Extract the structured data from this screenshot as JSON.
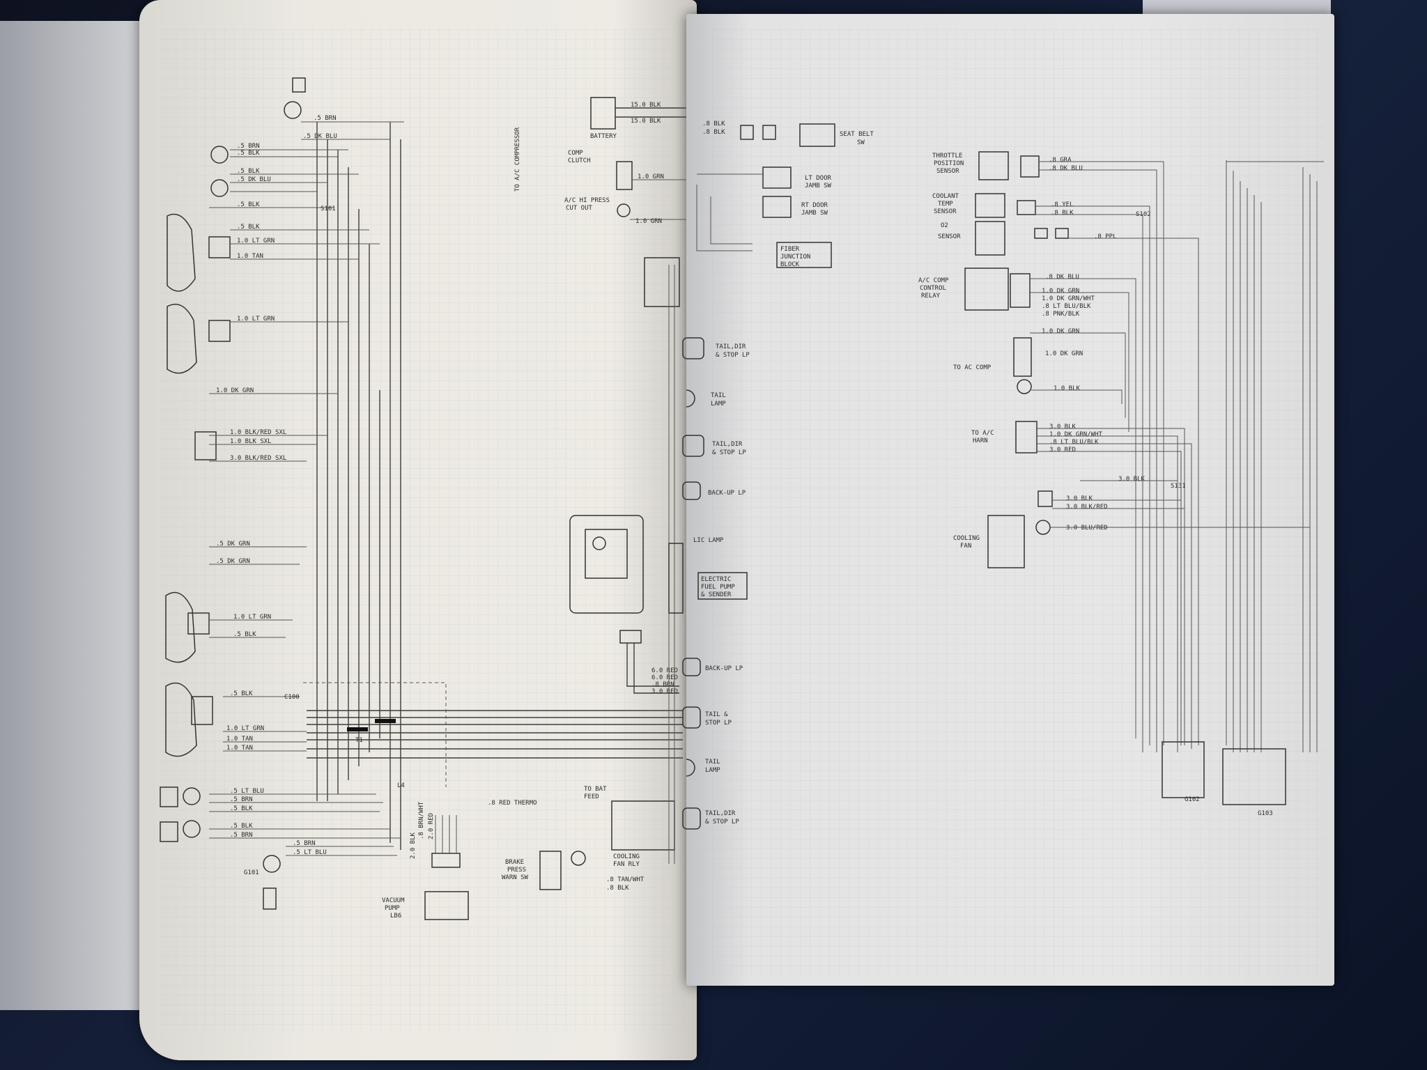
{
  "labels": {
    "seat_belt_sw": [
      "SEAT BELT",
      "SW"
    ],
    "battery": "BATTERY",
    "to_ac_compressor": "TO A/C COMPRESSOR",
    "comp_clutch": [
      "COMP",
      "CLUTCH"
    ],
    "ac_hi_press_cutout": [
      "A/C HI PRESS",
      "CUT OUT"
    ],
    "lt_door_jamb": [
      "LT DOOR",
      "JAMB SW"
    ],
    "rt_door_jamb": [
      "RT DOOR",
      "JAMB SW"
    ],
    "fiber_junction_block": [
      "FIBER",
      "JUNCTION",
      "BLOCK"
    ],
    "tail_dir_stop_1": [
      "TAIL,DIR",
      "& STOP LP"
    ],
    "tail_lamp_1": [
      "TAIL",
      "LAMP"
    ],
    "tail_dir_stop_2": [
      "TAIL,DIR",
      "& STOP LP"
    ],
    "back_up_lp_1": "BACK-UP LP",
    "lic_lamp": "LIC LAMP",
    "electric_fuel_pump": [
      "ELECTRIC",
      "FUEL PUMP",
      "& SENDER"
    ],
    "back_up_lp_2": "BACK-UP LP",
    "tail_stop_lp": [
      "TAIL &",
      "STOP LP"
    ],
    "tail_lamp_2": [
      "TAIL",
      "LAMP"
    ],
    "tail_dir_stop_3": [
      "TAIL,DIR",
      "& STOP LP"
    ],
    "red_thermo": ".8 RED THERMO",
    "to_bat_feed": [
      "TO BAT",
      "FEED"
    ],
    "brake_press_warn": [
      "BRAKE",
      "PRESS",
      "WARN SW"
    ],
    "cooling_fan_rly": [
      "COOLING",
      "FAN RLY"
    ],
    "vacuum_pump": [
      "VACUUM",
      "PUMP",
      "LB6"
    ],
    "throttle_position_sensor": [
      "THROTTLE",
      "POSITION",
      "SENSOR"
    ],
    "coolant_temp_sensor": [
      "COOLANT",
      "TEMP",
      "SENSOR"
    ],
    "o2_sensor": [
      "O2",
      "SENSOR"
    ],
    "ac_comp_control_relay": [
      "A/C COMP",
      "CONTROL",
      "RELAY"
    ],
    "to_ac_comp": "TO AC COMP",
    "to_ac_harn": [
      "TO A/C",
      "HARN"
    ],
    "cooling_fan": [
      "COOLING",
      "FAN"
    ]
  },
  "wire_labels_left": [
    ".5 BRN",
    ".5 DK BLU",
    ".5 BRN",
    ".5 BLK",
    ".5 BLK",
    ".5 DK BLU",
    ".5 BLK",
    ".5 BLK",
    "1.0 LT GRN",
    "1.0 TAN",
    "1.0 LT GRN",
    "1.0 DK GRN",
    "1.0 BLK/RED SXL",
    "1.0 BLK SXL",
    "3.0 BLK/RED SXL",
    ".5 DK GRN",
    ".5 DK GRN",
    "1.0 LT GRN",
    ".5 BLK",
    ".5 BLK",
    "1.0 LT GRN",
    "1.0 TAN",
    "1.0 TAN",
    ".5 LT BLU",
    ".5 BRN",
    ".5 BLK",
    ".5 BLK",
    ".5 BRN",
    ".5 BRN",
    ".5 LT BLU"
  ],
  "wire_labels_center": [
    "15.0 BLK",
    "15.0 BLK",
    "1.0 GRN",
    "1.0 GRN",
    "6.0 RED",
    "6.0 RED",
    ".8 BRN",
    "3.0 RED",
    "2.0 BLK",
    ".8 BRN/WHT",
    "2.0 RED",
    ".8 TAN/WHT",
    ".8 BLK"
  ],
  "wire_labels_right": [
    ".8 BLK",
    ".8 BLK",
    ".8 GRA",
    ".8 DK BLU",
    ".8 YEL",
    ".8 BLK",
    ".8 PPL",
    ".8 DK BLU",
    "1.0 DK GRN",
    "1.0 DK GRN/WHT",
    ".8 LT BLU/BLK",
    ".8 PNK/BLK",
    "1.0 DK GRN",
    "1.0 DK GRN",
    "1.0 BLK",
    "3.0 BLK",
    "1.0 DK GRN/WHT",
    ".8 LT BLU/BLK",
    "3.0 RED",
    "3.0 BLK",
    "3.0 BLK",
    "3.0 BLK/RED",
    "3.0 BLU/RED"
  ],
  "ref_marks": [
    "C100",
    "L4",
    "T1",
    "G101",
    "S101",
    "S131",
    "S102",
    "G102",
    "G103"
  ]
}
